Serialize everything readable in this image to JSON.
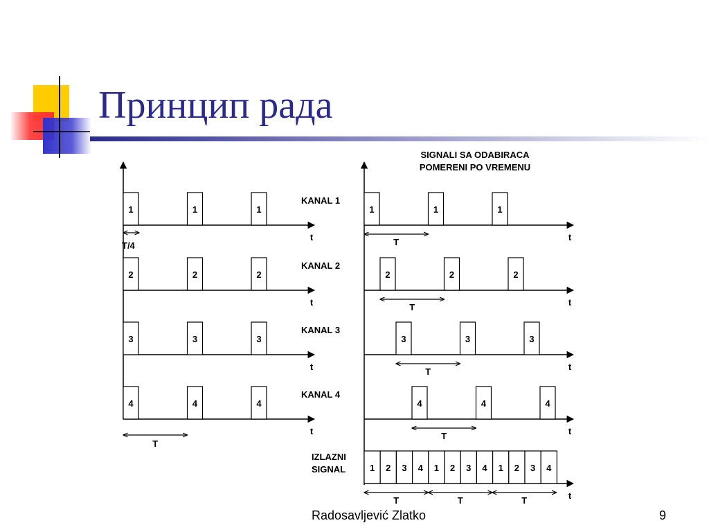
{
  "slide": {
    "title": "Принцип рада",
    "footer": "Radosavljević Zlatko",
    "page_number": "9",
    "colors": {
      "title": "#2a2a8c",
      "yellow": "#ffcc00",
      "red": "#ff3333",
      "blue": "#3333cc"
    }
  },
  "diagram": {
    "right_title": [
      "SIGNALI SA ODABIRACA",
      "POMERENI PO VREMENU"
    ],
    "time_label": "t",
    "period_label": "T",
    "quarter_period_label": "T/4",
    "channels": [
      {
        "label": "KANAL 1",
        "pulse": "1"
      },
      {
        "label": "KANAL 2",
        "pulse": "2"
      },
      {
        "label": "KANAL 3",
        "pulse": "3"
      },
      {
        "label": "KANAL 4",
        "pulse": "4"
      }
    ],
    "output_label": [
      "IZLAZNI",
      "SIGNAL"
    ],
    "output_sequence": [
      "1",
      "2",
      "3",
      "4",
      "1",
      "2",
      "3",
      "4",
      "1",
      "2",
      "3",
      "4"
    ]
  }
}
